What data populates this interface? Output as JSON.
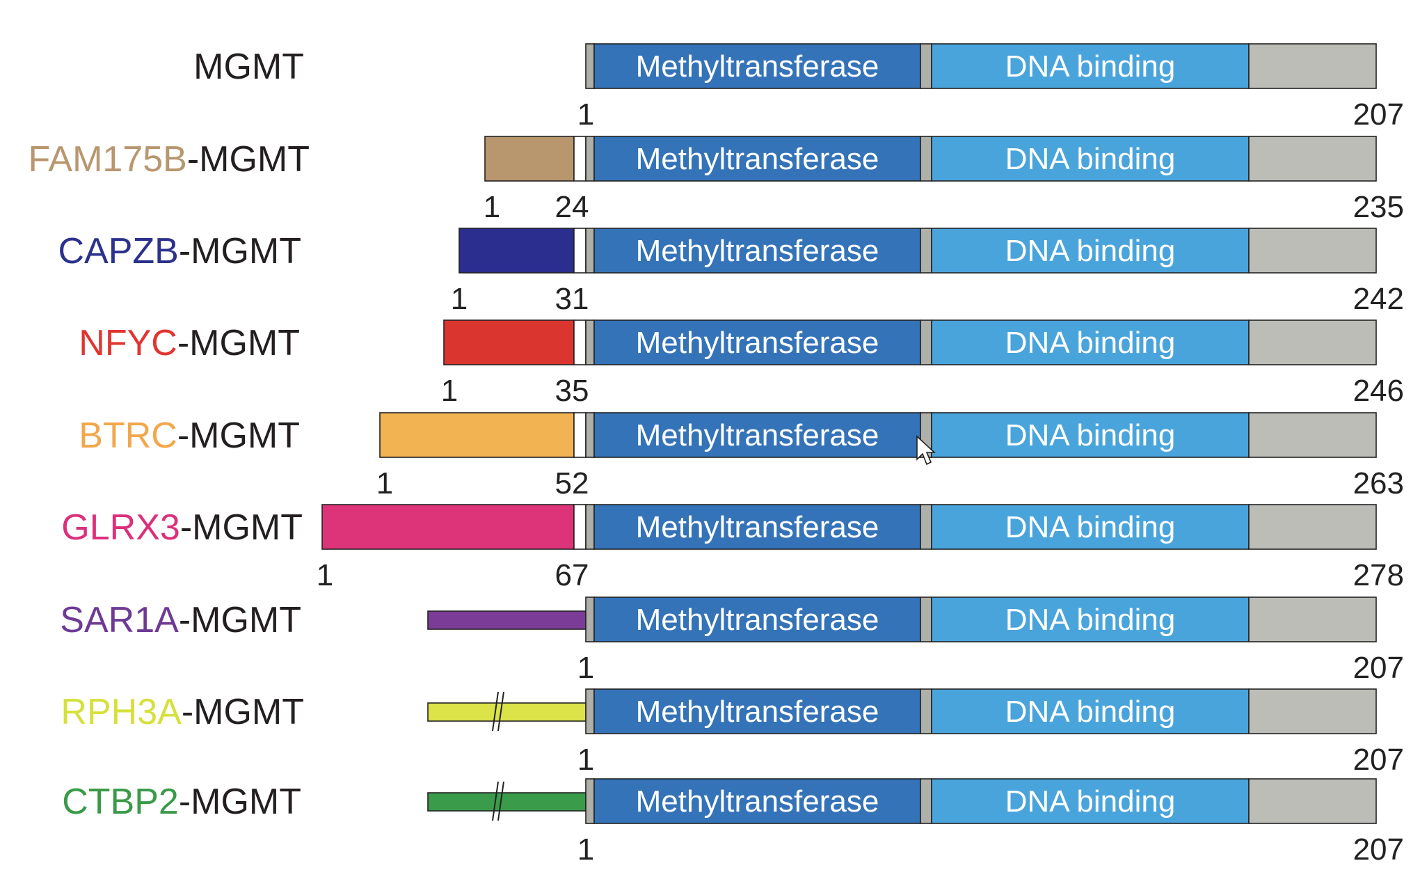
{
  "colors": {
    "methyltransferase": "#3473b8",
    "dna_binding": "#4aa4dc",
    "c_terminal": "#bdbdb8",
    "linker": "#b0b0ab",
    "label_dark": "#231f20",
    "outline": "#222222"
  },
  "domains": {
    "methyltransferase_label": "Methyltransferase",
    "dna_binding_label": "DNA binding"
  },
  "constructs": [
    {
      "prefix": "",
      "suffix": "MGMT",
      "prefix_color": "#231f20",
      "fusion_style": "none",
      "fusion_color": "",
      "start_label": "",
      "junction_label": "1",
      "end_label": "207"
    },
    {
      "prefix": "FAM175B",
      "suffix": "-MGMT",
      "prefix_color": "#b8966e",
      "fusion_style": "box",
      "fusion_color": "#b8966e",
      "start_label": "1",
      "junction_label": "24",
      "end_label": "235"
    },
    {
      "prefix": "CAPZB",
      "suffix": "-MGMT",
      "prefix_color": "#2b318d",
      "fusion_style": "box",
      "fusion_color": "#2b2e8e",
      "start_label": "1",
      "junction_label": "31",
      "end_label": "242"
    },
    {
      "prefix": "NFYC",
      "suffix": "-MGMT",
      "prefix_color": "#e1352f",
      "fusion_style": "box",
      "fusion_color": "#db352f",
      "start_label": "1",
      "junction_label": "35",
      "end_label": "246"
    },
    {
      "prefix": "BTRC",
      "suffix": "-MGMT",
      "prefix_color": "#f2a74b",
      "fusion_style": "box",
      "fusion_color": "#f2b452",
      "start_label": "1",
      "junction_label": "52",
      "end_label": "263"
    },
    {
      "prefix": "GLRX3",
      "suffix": "-MGMT",
      "prefix_color": "#dc2f7c",
      "fusion_style": "box",
      "fusion_color": "#dd3379",
      "start_label": "1",
      "junction_label": "67",
      "end_label": "278"
    },
    {
      "prefix": "SAR1A",
      "suffix": "-MGMT",
      "prefix_color": "#6e3a94",
      "fusion_style": "bar",
      "fusion_color": "#7b3c97",
      "start_label": "",
      "junction_label": "1",
      "end_label": "207"
    },
    {
      "prefix": "RPH3A",
      "suffix": "-MGMT",
      "prefix_color": "#d6e03c",
      "fusion_style": "bar-break",
      "fusion_color": "#dbe349",
      "start_label": "",
      "junction_label": "1",
      "end_label": "207"
    },
    {
      "prefix": "CTBP2",
      "suffix": "-MGMT",
      "prefix_color": "#3a9a48",
      "fusion_style": "bar-break",
      "fusion_color": "#3a9b4a",
      "start_label": "",
      "junction_label": "1",
      "end_label": "207"
    }
  ]
}
